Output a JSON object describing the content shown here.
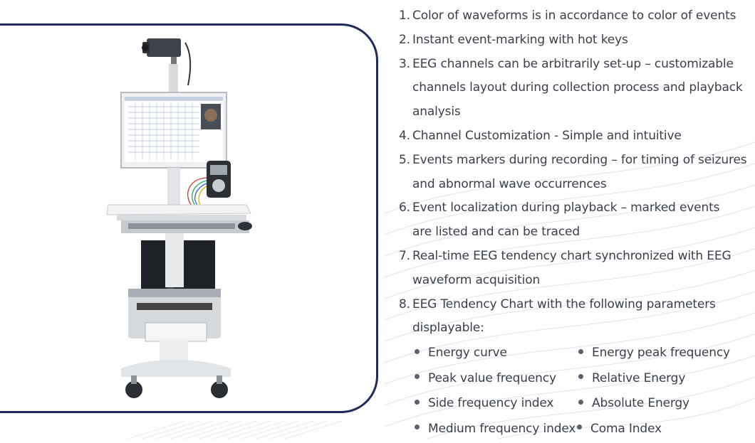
{
  "features": [
    {
      "num": "1.",
      "lines": [
        "Color of waveforms is in accordance to color of events"
      ]
    },
    {
      "num": "2.",
      "lines": [
        "Instant event-marking with hot keys"
      ]
    },
    {
      "num": "3.",
      "lines": [
        "EEG channels can be arbitrarily set-up – customizable",
        "channels layout during collection process and playback",
        "analysis"
      ]
    },
    {
      "num": "4.",
      "lines": [
        "Channel Customization - Simple and intuitive"
      ]
    },
    {
      "num": "5.",
      "lines": [
        "Events markers during recording – for timing of seizures",
        "and abnormal wave occurrences"
      ]
    },
    {
      "num": "6.",
      "lines": [
        "Event localization during playback – marked events",
        "are listed and can be traced"
      ]
    },
    {
      "num": "7.",
      "lines": [
        "Real-time EEG tendency chart synchronized with EEG",
        "waveform acquisition"
      ]
    },
    {
      "num": "8.",
      "lines": [
        "EEG Tendency Chart with the following parameters",
        "displayable:"
      ]
    }
  ],
  "parameters": [
    "Energy curve",
    "Energy peak frequency",
    "Peak value frequency",
    "Relative Energy",
    "Side frequency index",
    "Absolute Energy",
    "Medium frequency index",
    "Coma Index"
  ],
  "colors": {
    "frame_border": "#1f2a5a",
    "text": "#3a3f4a",
    "bullet": "#5a6170",
    "background_lines": "#dde4ee"
  }
}
